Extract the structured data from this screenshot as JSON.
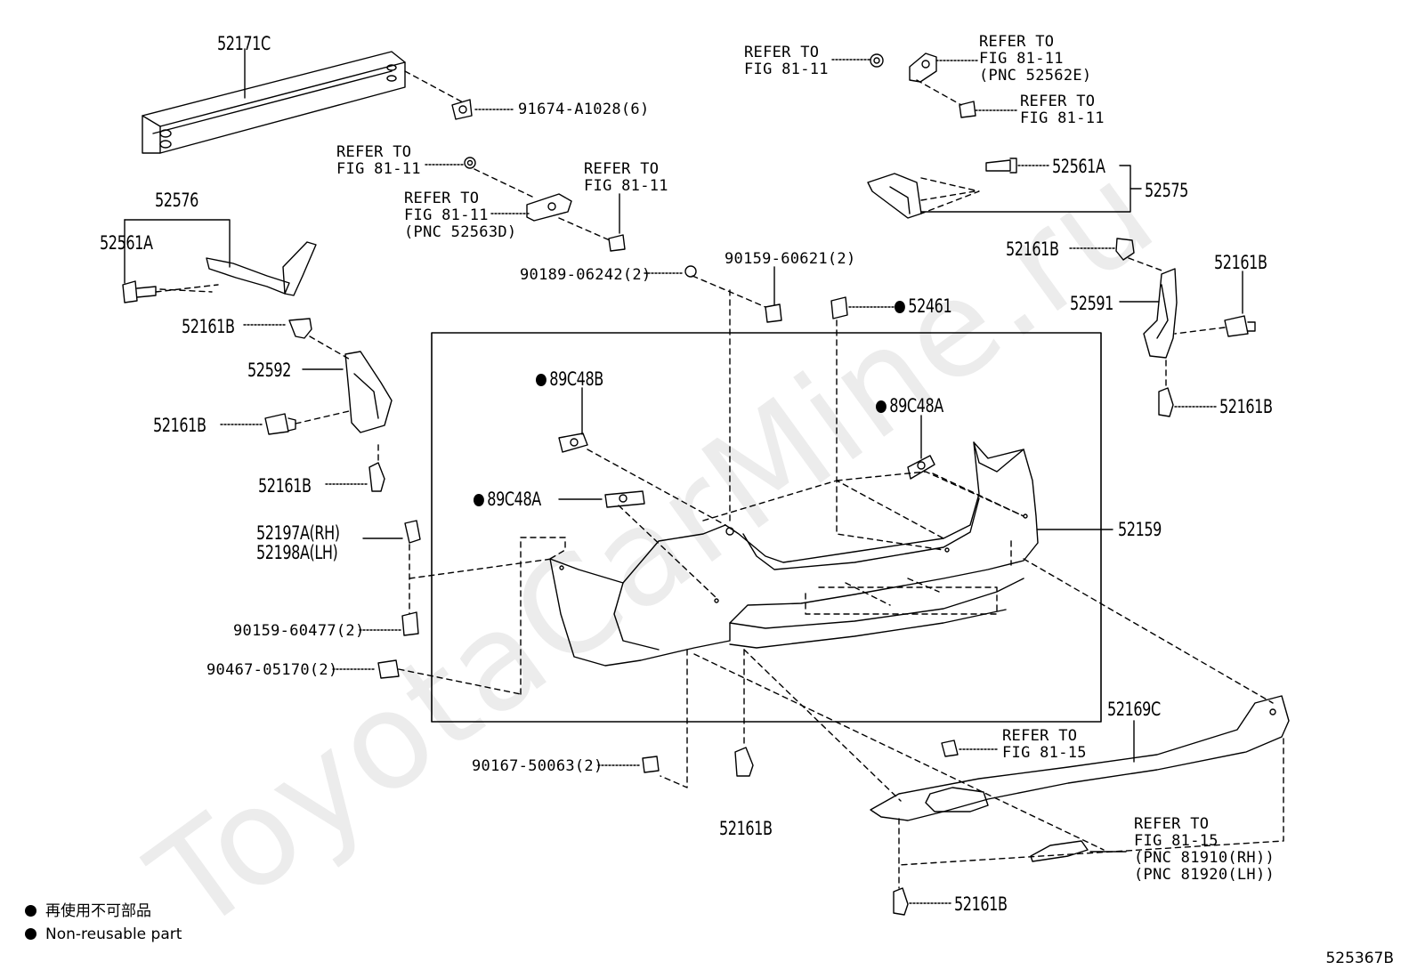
{
  "watermark": "ToyotaCarMine.ru",
  "diagram_code": "525367B",
  "legend": [
    {
      "marker": "filled-dot",
      "text": "再使用不可部品"
    },
    {
      "marker": "filled-dot",
      "text": "Non-reusable part"
    }
  ],
  "parts": {
    "p52171C": "52171C",
    "p91674": "91674-A1028(6)",
    "p52576": "52576",
    "p52561A_left": "52561A",
    "p52161B_a": "52161B",
    "p52592": "52592",
    "p52161B_b": "52161B",
    "p52161B_c": "52161B",
    "p52197A": "52197A(RH)",
    "p52198A": "52198A(LH)",
    "p90159_60477": "90159-60477(2)",
    "p90467": "90467-05170(2)",
    "p90167": "90167-50063(2)",
    "p52161B_bottom": "52161B",
    "p90189": "90189-06242(2)",
    "p90159_60621": "90159-60621(2)",
    "p52461": "52461",
    "p89C48B": "89C48B",
    "p89C48A_left": "89C48A",
    "p89C48A_right": "89C48A",
    "p52159": "52159",
    "p52561A_right": "52561A",
    "p52575": "52575",
    "p52161B_r1": "52161B",
    "p52161B_r2": "52161B",
    "p52591": "52591",
    "p52161B_r3": "52161B",
    "p52169C": "52169C",
    "p52161B_br": "52161B"
  },
  "refs": {
    "r_top_left": "REFER TO\nFIG 81-11",
    "r_top_right1": "REFER TO\nFIG 81-11\n(PNC 52562E)",
    "r_top_right2": "REFER TO\nFIG 81-11",
    "r_mid1": "REFER TO\nFIG 81-11",
    "r_mid2": "REFER TO\nFIG 81-11\n(PNC 52563D)",
    "r_mid3": "REFER TO\nFIG 81-11",
    "r_8115a": "REFER TO\nFIG 81-15",
    "r_8115b": "REFER TO\nFIG 81-15\n(PNC 81910(RH))\n(PNC 81920(LH))"
  }
}
